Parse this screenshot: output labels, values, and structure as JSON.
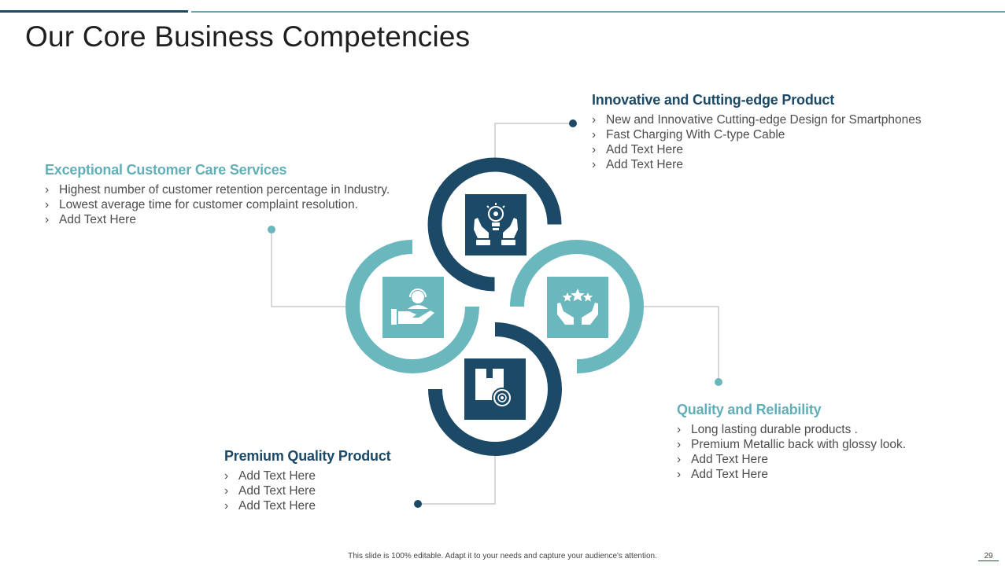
{
  "slide": {
    "title": "Our Core Business Competencies",
    "footer": "This slide is 100% editable. Adapt it to your needs and capture your audience's attention.",
    "page_number": "29"
  },
  "colors": {
    "dark": "#1c4966",
    "teal": "#6ab7be",
    "connector": "#b0b0b0"
  },
  "bullet_glyph": "›",
  "competencies": [
    {
      "heading": "Innovative and Cutting-edge Product",
      "icon": "lightbulb-gear-hands-icon",
      "items": [
        "New and Innovative  Cutting-edge Design for Smartphones",
        "Fast Charging With C-type Cable",
        "Add Text Here",
        "Add Text Here"
      ]
    },
    {
      "heading": "Exceptional Customer Care Services",
      "icon": "customer-support-hand-icon",
      "items": [
        "Highest number of customer retention percentage in Industry.",
        "Lowest average time for customer complaint resolution.",
        "Add Text Here"
      ]
    },
    {
      "heading": "Quality and Reliability",
      "icon": "stars-hands-icon",
      "items": [
        "Long lasting durable products .",
        "Premium Metallic back with glossy look.",
        "Add Text Here",
        "Add Text Here"
      ]
    },
    {
      "heading": "Premium Quality Product",
      "icon": "package-badge-icon",
      "items": [
        "Add Text Here",
        "Add Text Here",
        "Add Text Here"
      ]
    }
  ]
}
